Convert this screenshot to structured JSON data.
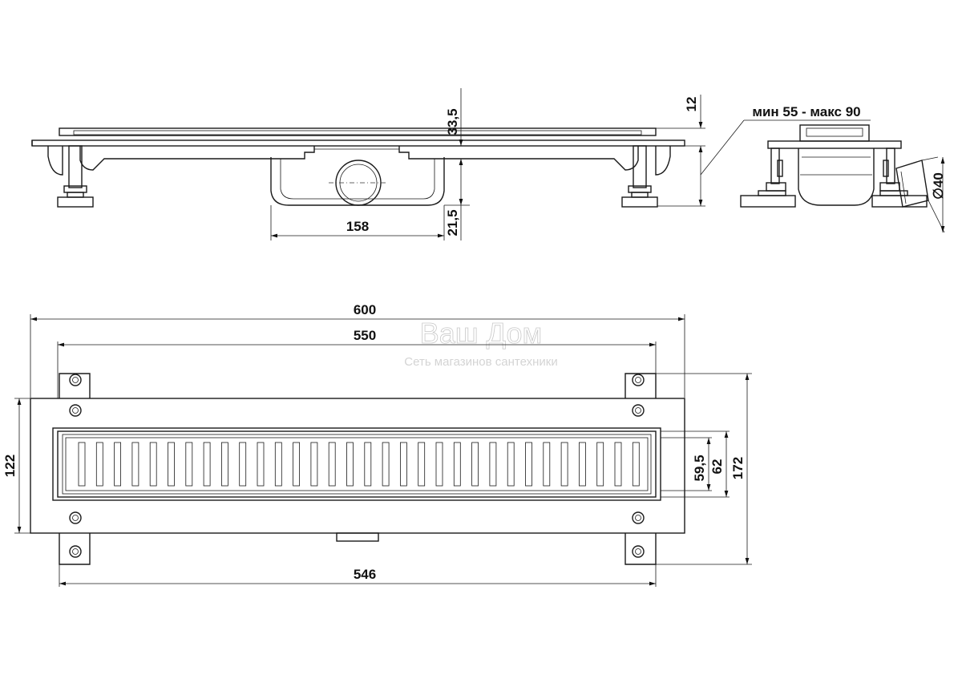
{
  "watermark": {
    "brand": "Ваш Дом",
    "tagline": "Сеть магазинов сантехники"
  },
  "side_view": {
    "dim_height_top": "33,5",
    "dim_height_bottom": "21,5",
    "dim_outlet_width": "158",
    "dim_frame": "12"
  },
  "end_view": {
    "height_range": "мин 55 - макс 90",
    "outlet_diameter": "∅40"
  },
  "plan_view": {
    "total_length": "600",
    "channel_length": "550",
    "bracket_length": "546",
    "frame_width": "122",
    "grate_width": "59,5",
    "channel_width": "62",
    "bracket_width": "172"
  }
}
